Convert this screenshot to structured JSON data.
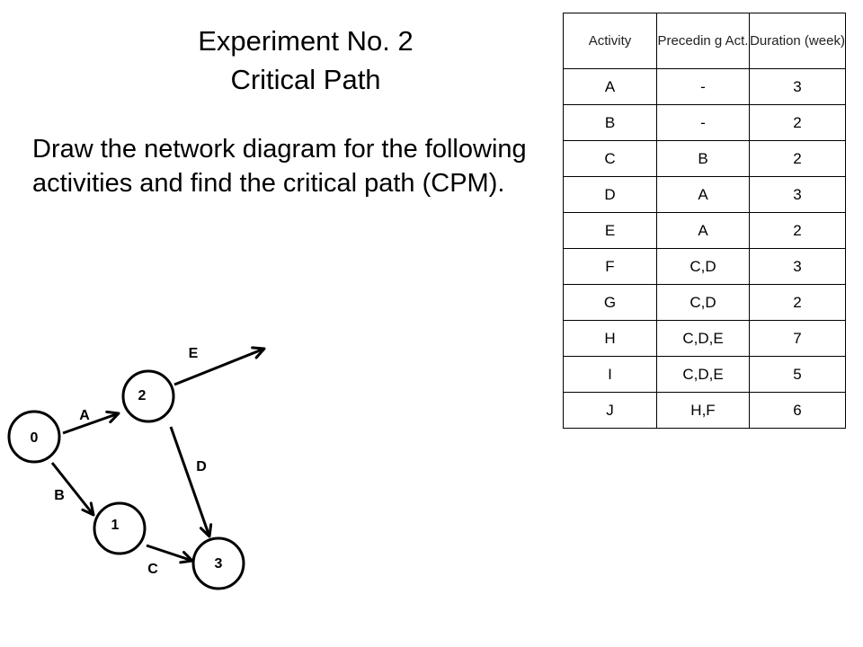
{
  "title": {
    "line1": "Experiment  No. 2",
    "line2": "Critical Path"
  },
  "instruction": "Draw  the network diagram for the following activities and find the critical path (CPM).",
  "table": {
    "headers": {
      "activity": "Activity",
      "preceding": "Precedin g Act.",
      "duration": "Duration (week)"
    },
    "rows": [
      {
        "activity": "A",
        "preceding": "-",
        "duration": "3"
      },
      {
        "activity": "B",
        "preceding": "-",
        "duration": "2"
      },
      {
        "activity": "C",
        "preceding": "B",
        "duration": "2"
      },
      {
        "activity": "D",
        "preceding": "A",
        "duration": "3"
      },
      {
        "activity": "E",
        "preceding": "A",
        "duration": "2"
      },
      {
        "activity": "F",
        "preceding": "C,D",
        "duration": "3"
      },
      {
        "activity": "G",
        "preceding": "C,D",
        "duration": "2"
      },
      {
        "activity": "H",
        "preceding": "C,D,E",
        "duration": "7"
      },
      {
        "activity": "I",
        "preceding": "C,D,E",
        "duration": "5"
      },
      {
        "activity": "J",
        "preceding": "H,F",
        "duration": "6"
      }
    ]
  },
  "diagram": {
    "nodes": [
      {
        "id": "node-0",
        "label": "0"
      },
      {
        "id": "node-1",
        "label": "1"
      },
      {
        "id": "node-2",
        "label": "2"
      },
      {
        "id": "node-3",
        "label": "3"
      }
    ],
    "edges": [
      {
        "id": "edge-a",
        "label": "A"
      },
      {
        "id": "edge-b",
        "label": "B"
      },
      {
        "id": "edge-c",
        "label": "C"
      },
      {
        "id": "edge-d",
        "label": "D"
      },
      {
        "id": "edge-e",
        "label": "E"
      }
    ]
  }
}
